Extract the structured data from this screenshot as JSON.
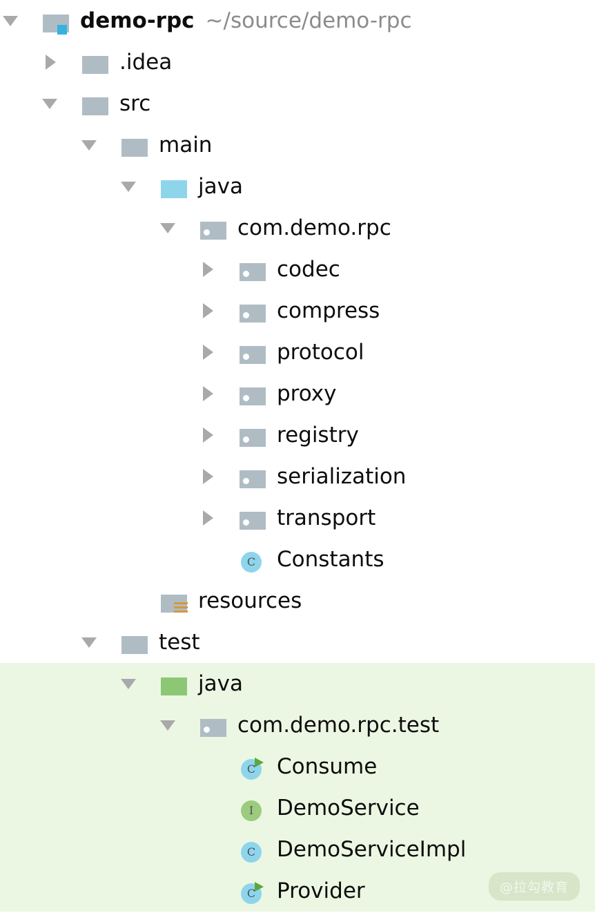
{
  "window": {
    "title": "Project tool window",
    "background": "#ffffff",
    "selection_color": "#ebf7e3"
  },
  "colors": {
    "folder_gray": "#b0bcc4",
    "source_root_java": "#8ed5ec",
    "test_source_root_java": "#8cc775",
    "module_badge": "#35b2e0",
    "resources_badge": "#d19a3e",
    "class_icon": "#8ed5ec",
    "interface_icon": "#9ccb7e",
    "run_marker": "#59a83c",
    "arrow": "#a9a9a9",
    "path_text": "#8b8b8b",
    "label_text": "#0d0d0d"
  },
  "tree": {
    "rows": [
      {
        "label": "demo-rpc",
        "secondary": "~/source/demo-rpc",
        "icon": "module-folder-icon",
        "indent": 0,
        "twisty": "open",
        "bold": true,
        "selected": false
      },
      {
        "label": ".idea",
        "secondary": "",
        "icon": "folder-icon",
        "indent": 1,
        "twisty": "closed",
        "bold": false,
        "selected": false
      },
      {
        "label": "src",
        "secondary": "",
        "icon": "folder-icon",
        "indent": 1,
        "twisty": "open",
        "bold": false,
        "selected": false
      },
      {
        "label": "main",
        "secondary": "",
        "icon": "folder-icon",
        "indent": 2,
        "twisty": "open",
        "bold": false,
        "selected": false
      },
      {
        "label": "java",
        "secondary": "",
        "icon": "source-root-folder-icon",
        "indent": 3,
        "twisty": "open",
        "bold": false,
        "selected": false
      },
      {
        "label": "com.demo.rpc",
        "secondary": "",
        "icon": "package-folder-icon",
        "indent": 4,
        "twisty": "open",
        "bold": false,
        "selected": false
      },
      {
        "label": "codec",
        "secondary": "",
        "icon": "package-folder-icon",
        "indent": 5,
        "twisty": "closed",
        "bold": false,
        "selected": false
      },
      {
        "label": "compress",
        "secondary": "",
        "icon": "package-folder-icon",
        "indent": 5,
        "twisty": "closed",
        "bold": false,
        "selected": false
      },
      {
        "label": "protocol",
        "secondary": "",
        "icon": "package-folder-icon",
        "indent": 5,
        "twisty": "closed",
        "bold": false,
        "selected": false
      },
      {
        "label": "proxy",
        "secondary": "",
        "icon": "package-folder-icon",
        "indent": 5,
        "twisty": "closed",
        "bold": false,
        "selected": false
      },
      {
        "label": "registry",
        "secondary": "",
        "icon": "package-folder-icon",
        "indent": 5,
        "twisty": "closed",
        "bold": false,
        "selected": false
      },
      {
        "label": "serialization",
        "secondary": "",
        "icon": "package-folder-icon",
        "indent": 5,
        "twisty": "closed",
        "bold": false,
        "selected": false
      },
      {
        "label": "transport",
        "secondary": "",
        "icon": "package-folder-icon",
        "indent": 5,
        "twisty": "closed",
        "bold": false,
        "selected": false
      },
      {
        "label": "Constants",
        "secondary": "",
        "icon": "class-icon",
        "indent": 5,
        "twisty": "none",
        "bold": false,
        "selected": false
      },
      {
        "label": "resources",
        "secondary": "",
        "icon": "resources-folder-icon",
        "indent": 3,
        "twisty": "none",
        "bold": false,
        "selected": false
      },
      {
        "label": "test",
        "secondary": "",
        "icon": "folder-icon",
        "indent": 2,
        "twisty": "open",
        "bold": false,
        "selected": false
      },
      {
        "label": "java",
        "secondary": "",
        "icon": "test-source-root-folder-icon",
        "indent": 3,
        "twisty": "open",
        "bold": false,
        "selected": true
      },
      {
        "label": "com.demo.rpc.test",
        "secondary": "",
        "icon": "package-folder-icon",
        "indent": 4,
        "twisty": "open",
        "bold": false,
        "selected": true
      },
      {
        "label": "Consume",
        "secondary": "",
        "icon": "runnable-class-icon",
        "indent": 5,
        "twisty": "none",
        "bold": false,
        "selected": true
      },
      {
        "label": "DemoService",
        "secondary": "",
        "icon": "interface-icon",
        "indent": 5,
        "twisty": "none",
        "bold": false,
        "selected": true
      },
      {
        "label": "DemoServiceImpl",
        "secondary": "",
        "icon": "class-icon",
        "indent": 5,
        "twisty": "none",
        "bold": false,
        "selected": true
      },
      {
        "label": "Provider",
        "secondary": "",
        "icon": "runnable-class-icon",
        "indent": 5,
        "twisty": "none",
        "bold": false,
        "selected": true
      }
    ]
  },
  "watermark": {
    "text": "@拉勾教育"
  }
}
